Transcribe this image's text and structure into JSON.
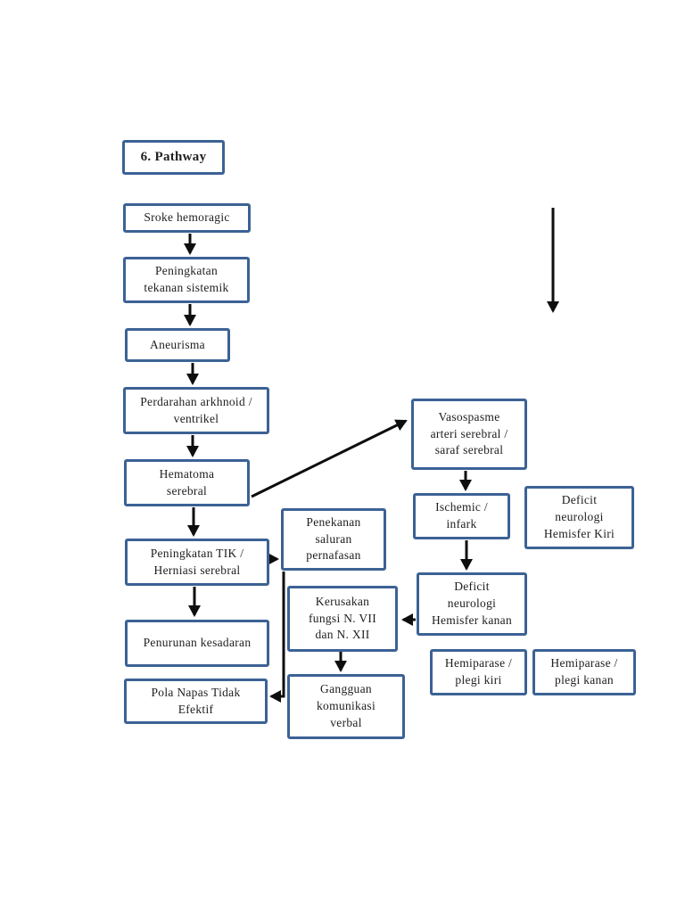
{
  "page": {
    "background": "#ffffff"
  },
  "diagram": {
    "heading": "6. Pathway",
    "colors": {
      "box_border": "#3c6295",
      "box_fill": "#ffffff",
      "text": "#1e1e1e",
      "arrow": "#0e0e0e"
    },
    "nodes": {
      "pathway_title": {
        "label": "6. Pathway"
      },
      "stroke_hemoragic": {
        "label": "Sroke hemoragic"
      },
      "peningkatan_sistemik": {
        "label": "Peningkatan\ntekanan sistemik"
      },
      "aneurisma": {
        "label": "Aneurisma"
      },
      "perdarahan": {
        "label": "Perdarahan arkhnoid /\nventrikel"
      },
      "hematoma": {
        "label": "Hematoma\nserebral"
      },
      "peningkatan_tik": {
        "label": "Peningkatan TIK /\nHerniasi serebral"
      },
      "penurunan_kesadaran": {
        "label": "Penurunan kesadaran"
      },
      "pola_napas": {
        "label": "Pola Napas Tidak\nEfektif"
      },
      "penekanan": {
        "label": "Penekanan\nsaluran\npernafasan"
      },
      "kerusakan": {
        "label": "Kerusakan\nfungsi N. VII\ndan N. XII"
      },
      "gangguan": {
        "label": "Gangguan\nkomunikasi\nverbal"
      },
      "vasospasme": {
        "label": "Vasospasme\narteri serebral /\nsaraf serebral"
      },
      "ischemic": {
        "label": "Ischemic /\ninfark"
      },
      "deficit_kiri": {
        "label": "Deficit\nneurologi\nHemisfer Kiri"
      },
      "deficit_kanan": {
        "label": "Deficit\nneurologi\nHemisfer kanan"
      },
      "hemiparase_kiri": {
        "label": "Hemiparase /\nplegi kiri"
      },
      "hemiparase_kanan": {
        "label": "Hemiparase /\nplegi kanan"
      }
    },
    "edges": [
      {
        "from": "stroke_hemoragic",
        "to": "peningkatan_sistemik"
      },
      {
        "from": "peningkatan_sistemik",
        "to": "aneurisma"
      },
      {
        "from": "aneurisma",
        "to": "perdarahan"
      },
      {
        "from": "perdarahan",
        "to": "hematoma"
      },
      {
        "from": "hematoma",
        "to": "peningkatan_tik"
      },
      {
        "from": "hematoma",
        "to": "vasospasme"
      },
      {
        "from": "peningkatan_tik",
        "to": "penekanan"
      },
      {
        "from": "peningkatan_tik",
        "to": "penurunan_kesadaran"
      },
      {
        "from": "penekanan",
        "to": "pola_napas"
      },
      {
        "from": "kerusakan",
        "to": "gangguan"
      },
      {
        "from": "vasospasme",
        "to": "ischemic"
      },
      {
        "from": "ischemic",
        "to": "deficit_kanan"
      },
      {
        "from": "deficit_kanan",
        "to": "kerusakan"
      },
      {
        "from": "standalone",
        "to": "down-arrow-top-right"
      }
    ]
  }
}
